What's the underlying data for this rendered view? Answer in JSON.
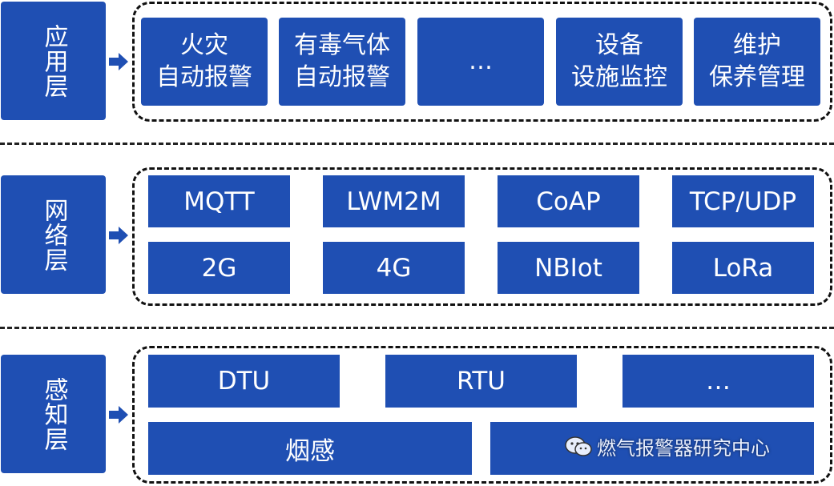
{
  "layers": {
    "application": {
      "label": "应用层",
      "items": [
        "火灾\n自动报警",
        "有毒气体\n自动报警",
        "…",
        "设备\n设施监控",
        "维护\n保养管理"
      ]
    },
    "network": {
      "label": "网络层",
      "items": [
        "MQTT",
        "LWM2M",
        "CoAP",
        "TCP/UDP",
        "2G",
        "4G",
        "NBIot",
        "LoRa"
      ]
    },
    "perception": {
      "label": "感知层",
      "items": [
        "DTU",
        "RTU",
        "…",
        "烟感"
      ]
    }
  },
  "watermark": "燃气报警器研究中心",
  "colors": {
    "box": "#1f4fb3",
    "text": "#ffffff",
    "border": "#111111"
  }
}
